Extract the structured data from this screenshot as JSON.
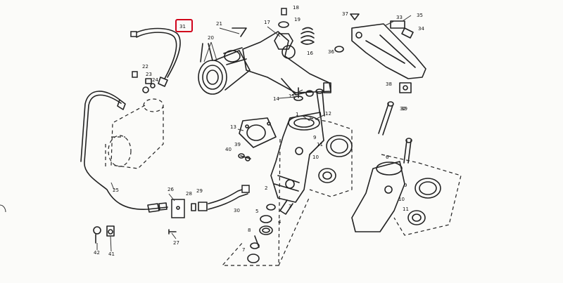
{
  "diagram": {
    "highlight_color": "#d0021b",
    "callouts": [
      {
        "id": "c31",
        "text": "31",
        "highlighted": true
      },
      {
        "id": "c21",
        "text": "21"
      },
      {
        "id": "c17",
        "text": "17"
      },
      {
        "id": "c18",
        "text": "18"
      },
      {
        "id": "c19",
        "text": "19"
      },
      {
        "id": "c20",
        "text": "20"
      },
      {
        "id": "c16",
        "text": "16"
      },
      {
        "id": "c37",
        "text": "37"
      },
      {
        "id": "c33",
        "text": "33"
      },
      {
        "id": "c35",
        "text": "35"
      },
      {
        "id": "c34",
        "text": "34"
      },
      {
        "id": "c36",
        "text": "36"
      },
      {
        "id": "c32",
        "text": "32"
      },
      {
        "id": "c22",
        "text": "22"
      },
      {
        "id": "c23",
        "text": "23"
      },
      {
        "id": "c24",
        "text": "24"
      },
      {
        "id": "c14",
        "text": "14"
      },
      {
        "id": "c15",
        "text": "15"
      },
      {
        "id": "c38",
        "text": "38"
      },
      {
        "id": "c39",
        "text": "39"
      },
      {
        "id": "c1",
        "text": "1"
      },
      {
        "id": "c12",
        "text": "12"
      },
      {
        "id": "c13",
        "text": "13"
      },
      {
        "id": "c9",
        "text": "9"
      },
      {
        "id": "c11",
        "text": "11"
      },
      {
        "id": "c40",
        "text": "40"
      },
      {
        "id": "c39b",
        "text": "39"
      },
      {
        "id": "c10",
        "text": "10"
      },
      {
        "id": "c6",
        "text": "6"
      },
      {
        "id": "c25",
        "text": "25"
      },
      {
        "id": "c26",
        "text": "26"
      },
      {
        "id": "c28",
        "text": "28"
      },
      {
        "id": "c29",
        "text": "29"
      },
      {
        "id": "c30",
        "text": "30"
      },
      {
        "id": "c2",
        "text": "2"
      },
      {
        "id": "c3",
        "text": "3"
      },
      {
        "id": "c4",
        "text": "4"
      },
      {
        "id": "c5",
        "text": "5"
      },
      {
        "id": "c7",
        "text": "7"
      },
      {
        "id": "c8",
        "text": "8"
      },
      {
        "id": "c9b",
        "text": "9"
      },
      {
        "id": "c10b",
        "text": "10"
      },
      {
        "id": "c11b",
        "text": "11"
      },
      {
        "id": "c27",
        "text": "27"
      },
      {
        "id": "c42",
        "text": "42"
      },
      {
        "id": "c41",
        "text": "41"
      }
    ]
  }
}
